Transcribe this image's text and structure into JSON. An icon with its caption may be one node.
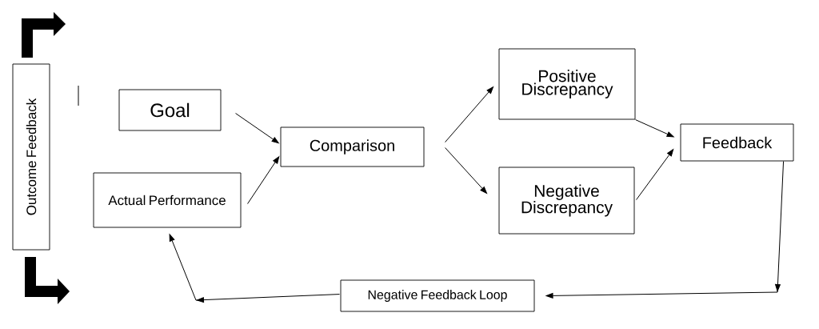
{
  "diagram": {
    "nodes": [
      {
        "text": [
          "Outcome Feedback"
        ]
      },
      {
        "text": [
          "Goal"
        ]
      },
      {
        "text": [
          "Actual Performance"
        ]
      },
      {
        "text": [
          "Comparison"
        ]
      },
      {
        "text": [
          "Positive Discrepancy"
        ]
      },
      {
        "text": [
          "Negative Discrepancy"
        ]
      },
      {
        "text": [
          "Feedback"
        ]
      },
      {
        "text": [
          "Negative Feedback Loop"
        ]
      }
    ],
    "edges": [
      {
        "from": 1,
        "to": 3,
        "arrow": "to"
      },
      {
        "from": 2,
        "to": 3,
        "arrow": "to"
      },
      {
        "from": 3,
        "to": 4,
        "arrow": "to"
      },
      {
        "from": 3,
        "to": 5,
        "arrow": "to"
      },
      {
        "from": 4,
        "to": 6,
        "arrow": "to"
      },
      {
        "from": 5,
        "to": 6,
        "arrow": "to"
      },
      {
        "from": 6,
        "to": 7,
        "arrow": "to"
      },
      {
        "from": 7,
        "to": 2,
        "arrow": "to"
      }
    ]
  }
}
